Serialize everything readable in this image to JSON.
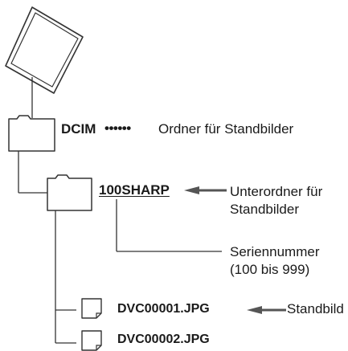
{
  "root": {
    "folder_name": "DCIM",
    "leader": "••••••",
    "description": "Ordner für Standbilder"
  },
  "subfolder": {
    "name": "100SHARP",
    "description_line1": "Unterordner für",
    "description_line2": "Standbilder"
  },
  "serial_number": {
    "line1": "Seriennummer",
    "line2": "(100 bis 999)"
  },
  "files": [
    {
      "name": "DVC00001.JPG",
      "description": "Standbild"
    },
    {
      "name": "DVC00002.JPG",
      "description": ""
    }
  ],
  "colors": {
    "line": "#333333",
    "icon_fill": "#ffffff",
    "arrow": "#555555"
  },
  "icons": [
    "memory-card-icon",
    "folder-icon",
    "file-icon",
    "arrow-left-icon"
  ]
}
